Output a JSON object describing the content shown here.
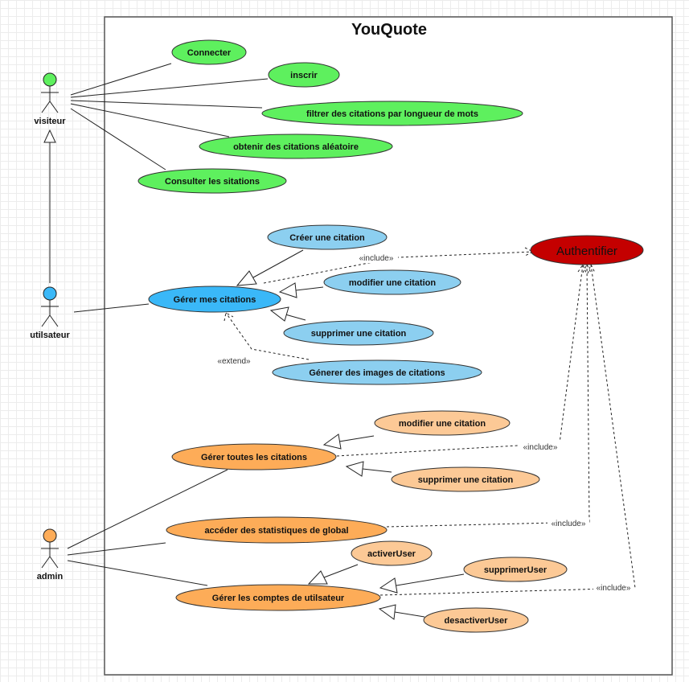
{
  "system": {
    "title": "YouQuote"
  },
  "colors": {
    "green": "#5ef05e",
    "blue": "#3ab8f8",
    "light_blue": "#8ccff0",
    "orange": "#fdac58",
    "light_orange": "#fcc996",
    "red": "#c40000"
  },
  "actors": {
    "visiteur": {
      "label": "visiteur",
      "color": "#5ef05e"
    },
    "utilisateur": {
      "label": "utilsateur",
      "color": "#3ab8f8"
    },
    "admin": {
      "label": "admin",
      "color": "#fdac58"
    }
  },
  "use_cases": {
    "connecter": "Connecter",
    "inscrir": "inscrir",
    "filtrer": "filtrer des citations par longueur de mots",
    "aleatoire": "obtenir des citations aléatoire",
    "consulter": "Consulter les sitations",
    "creer": "Créer une citation",
    "authentifier": "Authentifier",
    "modifier_mes": "modifier une citation",
    "gerer_mes": "Gérer mes citations",
    "supprimer_mes": "supprimer une citation",
    "generer_images": "Génerer des images de citations",
    "modifier_toutes": "modifier une citation",
    "gerer_toutes": "Gérer toutes les citations",
    "supprimer_toutes": "supprimer une citation",
    "statistiques": "accéder des statistiques de global",
    "activer": "activerUser",
    "supprimer_user": "supprimerUser",
    "gerer_comptes": "Gérer les comptes de utilsateur",
    "desactiver": "desactiverUser"
  },
  "stereotypes": {
    "include_1": "«include»",
    "extend": "«extend»",
    "include_2": "«include»",
    "include_3": "«include»",
    "include_4": "«include»"
  }
}
